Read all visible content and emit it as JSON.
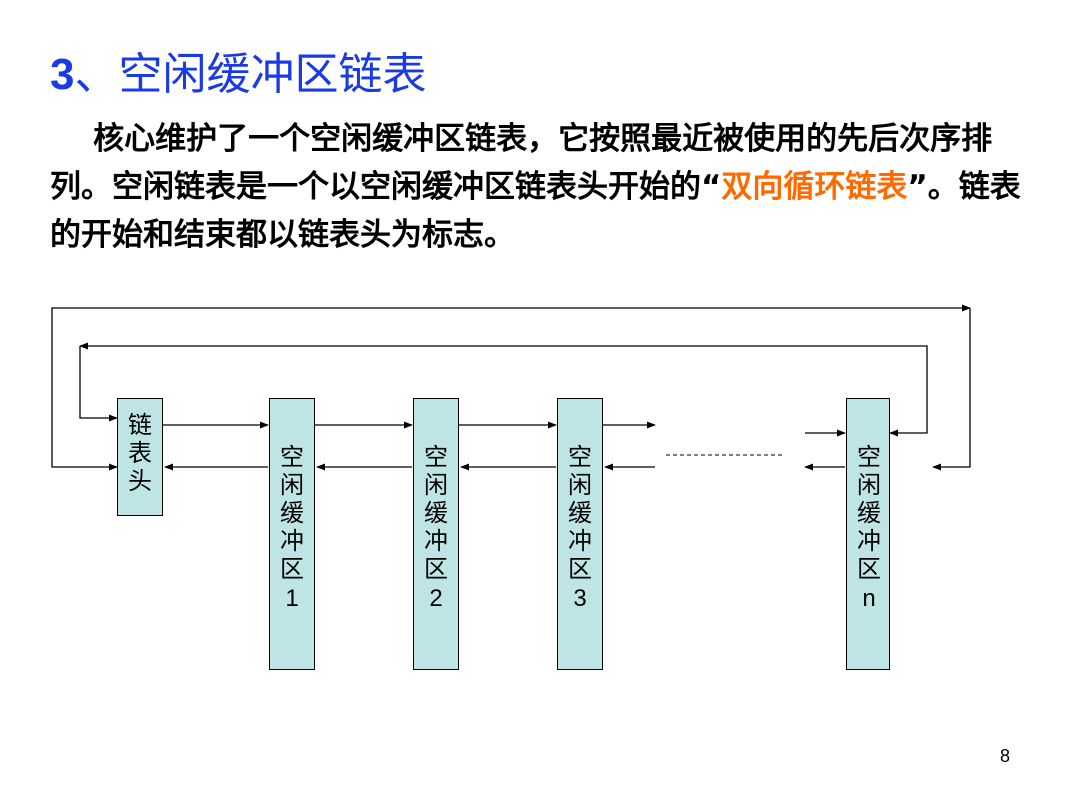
{
  "slide": {
    "title_number": "3",
    "title_text": "、空闲缓冲区链表",
    "para_part1": "    核心维护了一个空闲缓冲区链表，它按照最近被使用的先后次序排列。空闲链表是一个以空闲缓冲区链表头开始的“",
    "para_highlight": "双向循环链表",
    "para_part2": "”。链表的开始和结束都以链表头为标志。",
    "page_number": "8"
  },
  "diagram": {
    "head_label": "链\n表\n头",
    "buffers": [
      {
        "label": "空\n闲\n缓\n冲\n区",
        "index": "1"
      },
      {
        "label": "空\n闲\n缓\n冲\n区",
        "index": "2"
      },
      {
        "label": "空\n闲\n缓\n冲\n区",
        "index": "3"
      },
      {
        "label": "空\n闲\n缓\n冲\n区",
        "index": "n"
      }
    ]
  },
  "colors": {
    "title": "#1a3ae6",
    "highlight": "#ff6a00",
    "box_fill": "#bfe4e6"
  }
}
